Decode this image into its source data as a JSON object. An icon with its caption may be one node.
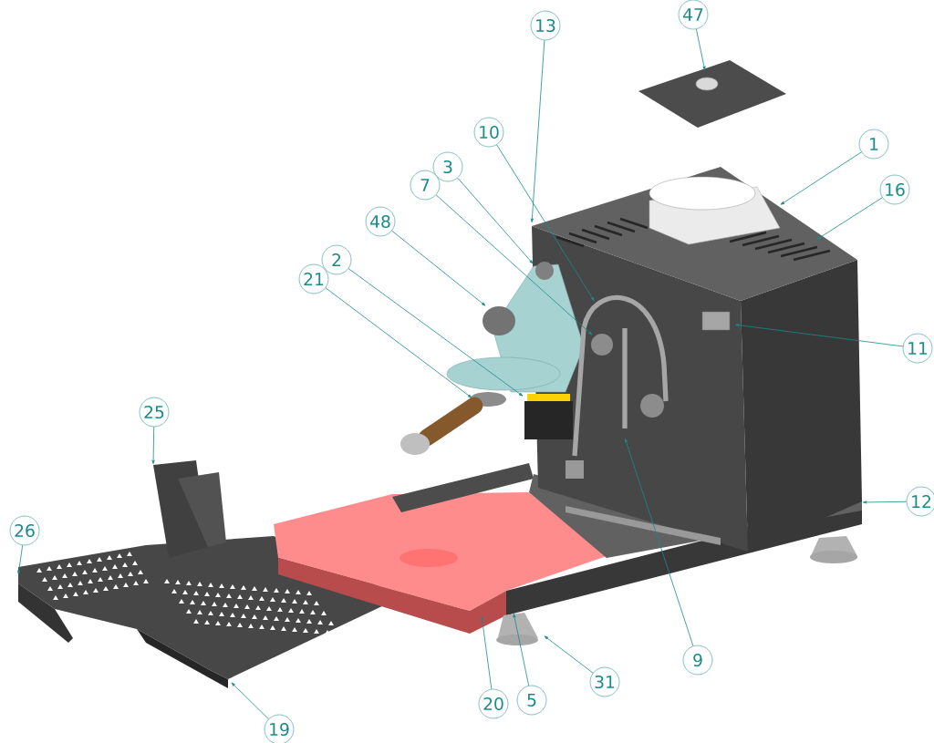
{
  "diagram": {
    "nodes": [
      {
        "text": [
          "47"
        ]
      },
      {
        "text": [
          "13"
        ]
      },
      {
        "text": [
          "10"
        ]
      },
      {
        "text": [
          "1"
        ]
      },
      {
        "text": [
          "3"
        ]
      },
      {
        "text": [
          "7"
        ]
      },
      {
        "text": [
          "16"
        ]
      },
      {
        "text": [
          "48"
        ]
      },
      {
        "text": [
          "2"
        ]
      },
      {
        "text": [
          "21"
        ]
      },
      {
        "text": [
          "11"
        ]
      },
      {
        "text": [
          "25"
        ]
      },
      {
        "text": [
          "12"
        ]
      },
      {
        "text": [
          "26"
        ]
      },
      {
        "text": [
          "9"
        ]
      },
      {
        "text": [
          "31"
        ]
      },
      {
        "text": [
          "5"
        ]
      },
      {
        "text": [
          "20"
        ]
      },
      {
        "text": [
          "19"
        ]
      }
    ],
    "edges": [
      {
        "from": 0,
        "to": null,
        "arrow": "to"
      },
      {
        "from": 1,
        "to": null,
        "arrow": "to"
      },
      {
        "from": 2,
        "to": null,
        "arrow": "to"
      },
      {
        "from": 3,
        "to": null,
        "arrow": "to"
      },
      {
        "from": 4,
        "to": null,
        "arrow": "to"
      },
      {
        "from": 5,
        "to": null,
        "arrow": "to"
      },
      {
        "from": 6,
        "to": null,
        "arrow": "to"
      },
      {
        "from": 7,
        "to": null,
        "arrow": "to"
      },
      {
        "from": 8,
        "to": null,
        "arrow": "to"
      },
      {
        "from": 9,
        "to": null,
        "arrow": "to"
      },
      {
        "from": 10,
        "to": null,
        "arrow": "to"
      },
      {
        "from": 11,
        "to": null,
        "arrow": "to"
      },
      {
        "from": 12,
        "to": null,
        "arrow": "to"
      },
      {
        "from": 13,
        "to": null,
        "arrow": "to"
      },
      {
        "from": 14,
        "to": null,
        "arrow": "to"
      },
      {
        "from": 15,
        "to": null,
        "arrow": "to"
      },
      {
        "from": 16,
        "to": null,
        "arrow": "to"
      },
      {
        "from": 17,
        "to": null,
        "arrow": "to"
      },
      {
        "from": 18,
        "to": null,
        "arrow": "to"
      }
    ]
  }
}
